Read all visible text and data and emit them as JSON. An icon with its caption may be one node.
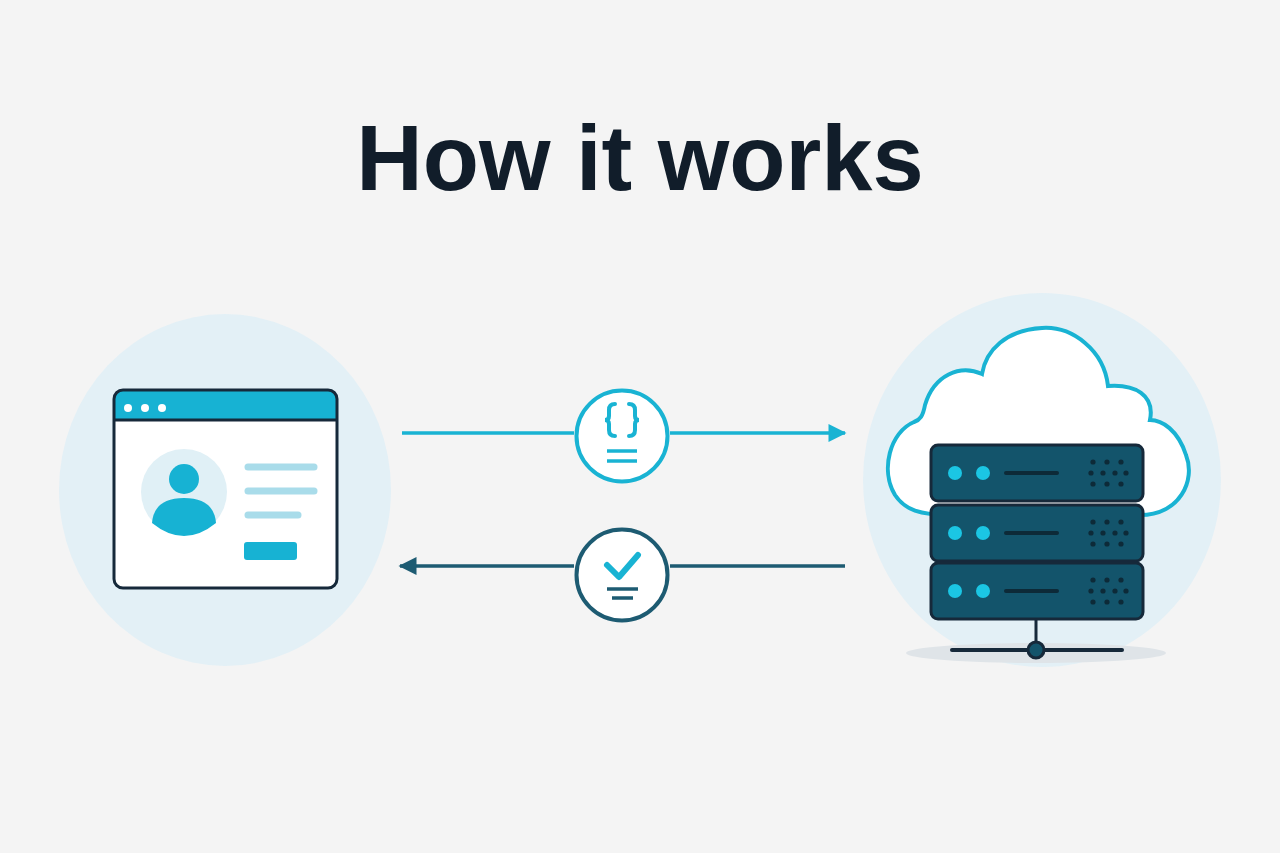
{
  "diagram": {
    "title": "How it works",
    "nodes": [
      {
        "text": [],
        "shape": "picture"
      },
      {
        "text": [],
        "shape": "picture"
      },
      {
        "text": [],
        "shape": "circle"
      },
      {
        "text": [],
        "shape": "circle"
      }
    ],
    "edges": [
      {
        "from": 0,
        "to": 2,
        "arrow": "none"
      },
      {
        "from": 2,
        "to": 1,
        "arrow": "to"
      },
      {
        "from": 1,
        "to": 3,
        "arrow": "none",
        "color": "#1d5b72"
      },
      {
        "from": 3,
        "to": 0,
        "arrow": "to",
        "color": "#1d5b72"
      }
    ]
  }
}
